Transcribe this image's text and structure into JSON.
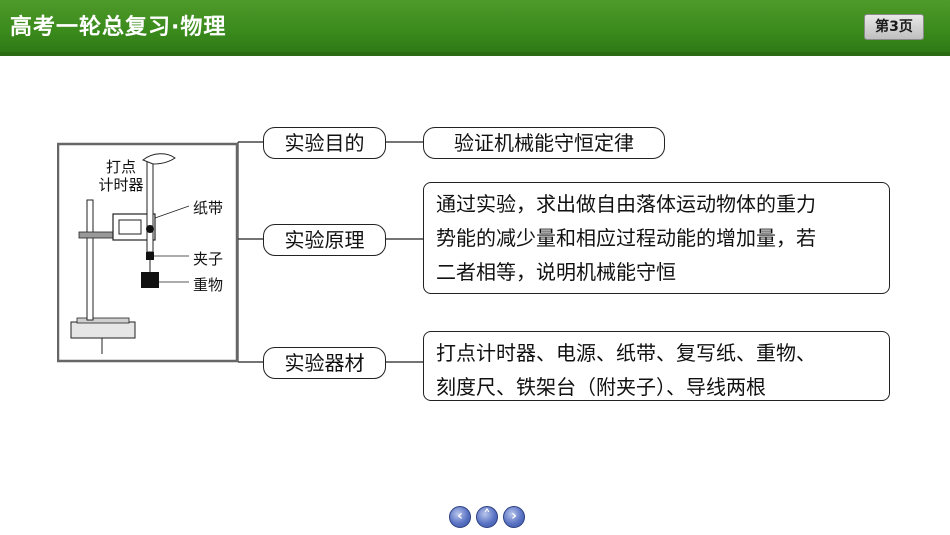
{
  "header": {
    "title": "高考一轮总复习·物理",
    "page_badge": "第3页"
  },
  "apparatus": {
    "labels": {
      "timer": "打点\n计时器",
      "tape": "纸带",
      "clamp": "夹子",
      "weight": "重物"
    }
  },
  "sections": [
    {
      "title": "实验目的",
      "content": "验证机械能守恒定律"
    },
    {
      "title": "实验原理",
      "content_lines": [
        "通过实验，求出做自由落体运动物体的重力",
        "势能的减少量和相应过程动能的增加量，若",
        "二者相等，说明机械能守恒"
      ]
    },
    {
      "title": "实验器材",
      "content_lines": [
        "打点计时器、电源、纸带、复写纸、重物、",
        "刻度尺、铁架台（附夹子）、导线两根"
      ]
    }
  ],
  "nav": {
    "prev": "‹",
    "home": "˄",
    "next": "›"
  },
  "colors": {
    "header_green": "#3a8a1c",
    "nav_blue": "#4a63b5"
  }
}
